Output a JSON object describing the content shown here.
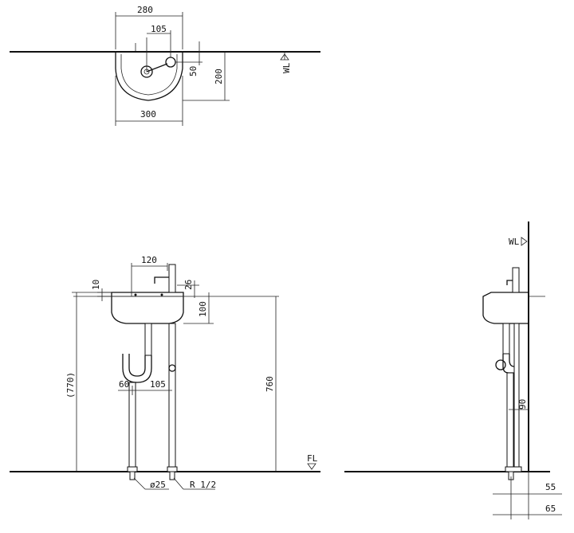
{
  "plan_view": {
    "dim_width_top": "280",
    "dim_faucet_offset": "105",
    "dim_faucet_depth": "50",
    "dim_depth": "200",
    "dim_width_bottom": "300",
    "label_wl": "WL"
  },
  "front_view": {
    "dim_faucet_spacing": "120",
    "dim_rim_top": "10",
    "dim_faucet_base": "26",
    "dim_bowl_depth": "100",
    "dim_overall_height": "(770)",
    "dim_rim_height": "760",
    "dim_trap_offset": "60",
    "dim_supply_offset": "105",
    "label_drain_dia": "ø25",
    "label_supply_thread": "R 1/2",
    "label_fl": "FL"
  },
  "side_view": {
    "label_wl": "WL",
    "dim_trap_to_wall": "90",
    "dim_drain_to_wall_1": "55",
    "dim_drain_to_wall_2": "65"
  }
}
